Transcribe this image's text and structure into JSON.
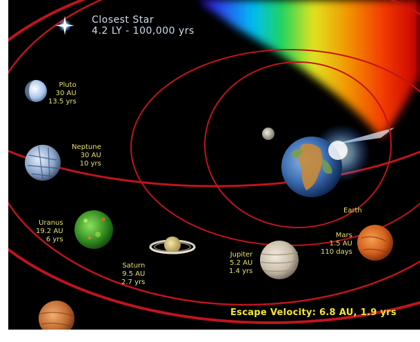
{
  "closest_star": {
    "title": "Closest Star",
    "detail": "4.2 LY - 100,000 yrs"
  },
  "planets": {
    "pluto": {
      "name": "Pluto",
      "distance": "30 AU",
      "time": "13.5 yrs"
    },
    "neptune": {
      "name": "Neptune",
      "distance": "30 AU",
      "time": "10 yrs"
    },
    "uranus": {
      "name": "Uranus",
      "distance": "19.2 AU",
      "time": "6 yrs"
    },
    "saturn": {
      "name": "Saturn",
      "distance": "9.5 AU",
      "time": "2.7 yrs"
    },
    "jupiter": {
      "name": "Jupiter",
      "distance": "5.2 AU",
      "time": "1.4 yrs"
    },
    "mars": {
      "name": "Mars",
      "distance": "1.5 AU",
      "time": "110 days"
    },
    "earth": {
      "name": "Earth"
    }
  },
  "escape_velocity": "Escape Velocity: 6.8 AU, 1.9 yrs",
  "colors": {
    "background": "#000000",
    "orbit": "#c0141c",
    "label": "#e8e070",
    "escape_label": "#f4e830",
    "star_label": "#cfdff0"
  },
  "icons": {
    "star": "star-icon",
    "earth": "earth-icon",
    "moon": "moon-icon",
    "comet_trail": "rainbow-trail"
  }
}
